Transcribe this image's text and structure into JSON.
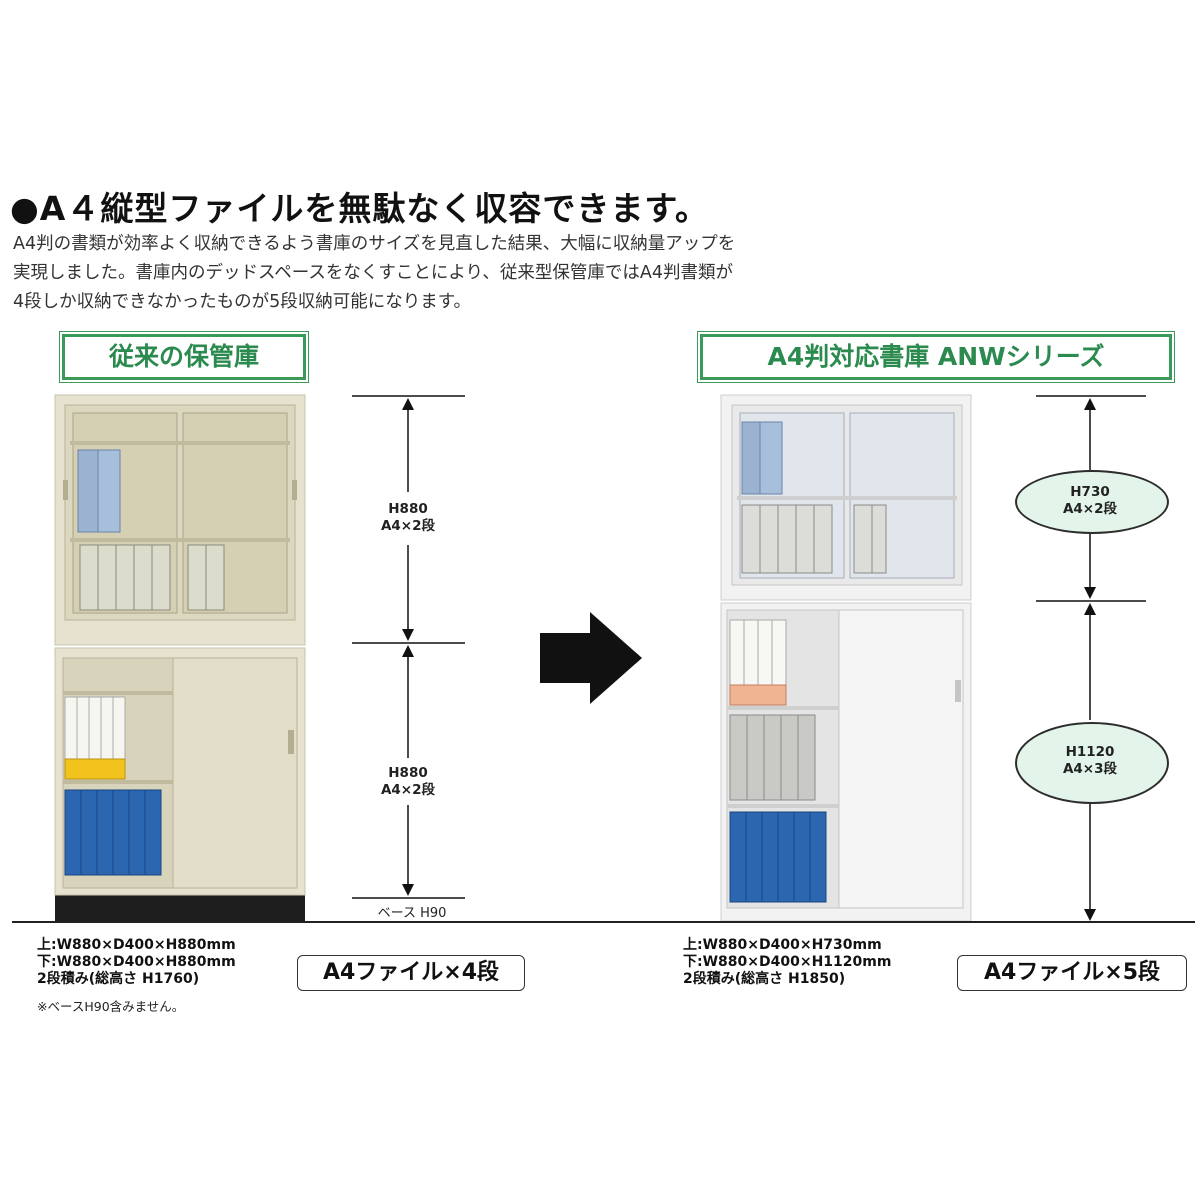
{
  "headline": "●A４縦型ファイルを無駄なく収容できます。",
  "description": "A4判の書類が効率よく収納できるよう書庫のサイズを見直した結果、大幅に収納量アップを\n実現しました。書庫内のデッドスペースをなくすことにより、従来型保管庫ではA4判書類が\n4段しか収納できなかったものが5段収納可能になります。",
  "left": {
    "label": "従来の保管庫",
    "upper_dim": "H880\nA4×2段",
    "lower_dim": "H880\nA4×2段",
    "base_dim": "ベース H90",
    "spec": "上:W880×D400×H880mm\n下:W880×D400×H880mm\n2段積み(総高さ H1760)",
    "note": "※ベースH90含みません。",
    "result": "A4ファイル×4段"
  },
  "right": {
    "label": "A4判対応書庫 ANWシリーズ",
    "upper_dim": "H730\nA4×2段",
    "lower_dim": "H1120\nA4×3段",
    "spec": "上:W880×D400×H730mm\n下:W880×D400×H1120mm\n2段積み(総高さ H1850)",
    "result": "A4ファイル×5段"
  },
  "colors": {
    "accent_green": "#2b8a4e",
    "ellipse_fill": "#e3f4ea",
    "old_cabinet": "#e6e2cf",
    "new_cabinet": "#f2f2f2"
  },
  "icons": {
    "arrow": "right-arrow-icon"
  }
}
